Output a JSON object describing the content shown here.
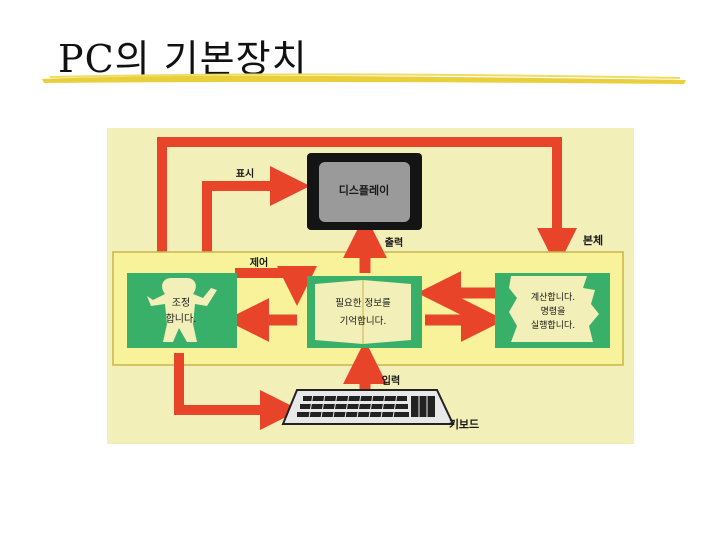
{
  "slide": {
    "title": "PC의 기본장치"
  },
  "diagram": {
    "display_label": "디스플레이",
    "display_arrow_label": "표시",
    "output_label": "출력",
    "body_label": "본체",
    "control_label": "제어",
    "input_label": "입력",
    "keyboard_label": "키보드",
    "control_unit": {
      "line1": "조정",
      "line2": "합니다."
    },
    "memory_unit": {
      "line1": "필요한 정보를",
      "line2": "기억합니다."
    },
    "cpu_unit": {
      "line1": "계산합니다.",
      "line2": "명령을",
      "line3": "실행합니다."
    }
  },
  "colors": {
    "arrow": "#e8442a",
    "background": "#f3efb8",
    "body_panel": "#f8f39a",
    "unit_green": "#39b06a",
    "screen": "#9a9a9a"
  }
}
